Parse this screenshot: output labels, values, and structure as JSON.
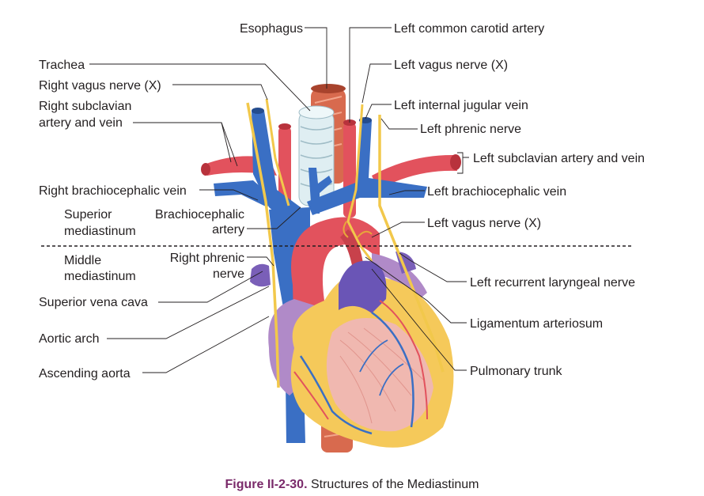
{
  "labels": {
    "esophagus": "Esophagus",
    "left_common_carotid": "Left common carotid artery",
    "trachea": "Trachea",
    "left_vagus_top": "Left vagus nerve (X)",
    "right_vagus": "Right vagus nerve (X)",
    "left_internal_jugular": "Left internal jugular vein",
    "right_subclavian_1": "Right subclavian",
    "right_subclavian_2": "artery and vein",
    "left_phrenic": "Left phrenic nerve",
    "left_subclavian": "Left subclavian artery and vein",
    "right_brachiocephalic_vein": "Right brachiocephalic vein",
    "left_brachiocephalic_vein": "Left brachiocephalic vein",
    "superior_1": "Superior",
    "superior_2": "mediastinum",
    "brachiocephalic_artery_1": "Brachiocephalic",
    "brachiocephalic_artery_2": "artery",
    "left_vagus_mid": "Left vagus nerve (X)",
    "middle_1": "Middle",
    "middle_2": "mediastinum",
    "right_phrenic_1": "Right phrenic",
    "right_phrenic_2": "nerve",
    "left_recurrent_laryngeal": "Left recurrent laryngeal nerve",
    "superior_vena_cava": "Superior vena cava",
    "ligamentum_arteriosum": "Ligamentum arteriosum",
    "aortic_arch": "Aortic arch",
    "pulmonary_trunk": "Pulmonary trunk",
    "ascending_aorta": "Ascending aorta"
  },
  "caption": {
    "figure_number": "Figure II-2-30.",
    "title": "Structures of the Mediastinum"
  },
  "colors": {
    "artery": "#e2525d",
    "vein": "#3a6fc4",
    "nerve": "#f2c84b",
    "heart_fat": "#f5c95a",
    "pericardium": "#b08ac8",
    "muscle": "#f0b8b0",
    "trachea": "#dfeef2",
    "esophagus": "#d86a4e",
    "caption_accent": "#7a2a6a"
  }
}
